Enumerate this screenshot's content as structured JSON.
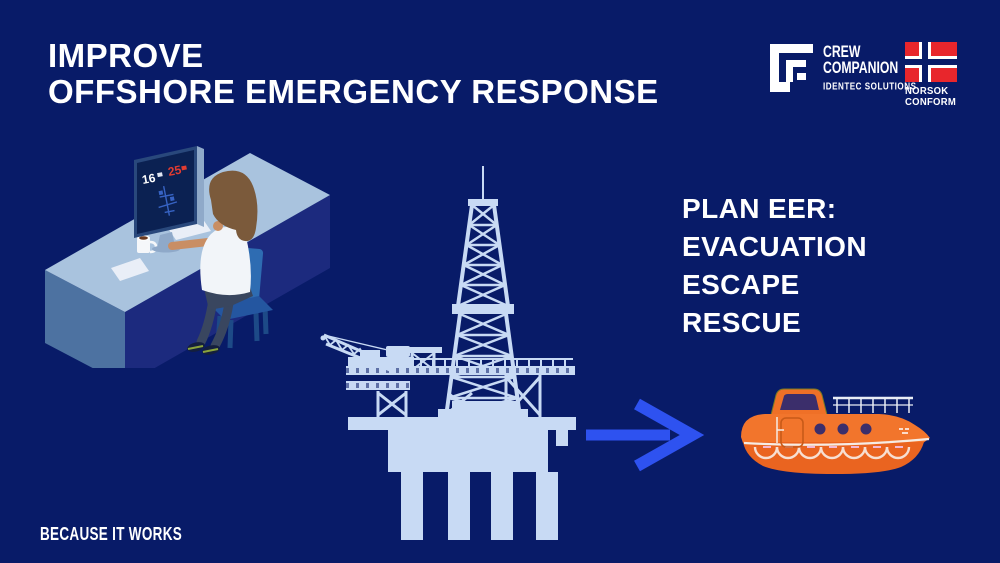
{
  "title": {
    "line1": "IMPROVE",
    "line2": "OFFSHORE EMERGENCY RESPONSE"
  },
  "brand": {
    "name_line1": "CREW",
    "name_line2": "COMPANION",
    "subtitle": "IDENTEC SOLUTIONS",
    "cert_line1": "NORSOK",
    "cert_line2": "CONFORM"
  },
  "monitor_dashboard": {
    "onboard_count": "16",
    "alert_count": "25"
  },
  "plan": {
    "line1": "PLAN EER:",
    "line2": "EVACUATION",
    "line3": "ESCAPE",
    "line4": "RESCUE"
  },
  "tagline": "BECAUSE IT WORKS",
  "colors": {
    "background": "#081b68",
    "rig_silhouette": "#c8daf4",
    "arrow_blue": "#2e52f0",
    "lifeboat_orange": "#f2752c",
    "lifeboat_hull_dark": "#ea6420",
    "flag_red": "#e8262c",
    "alert_red": "#e23c31",
    "desk_top": "#a9c3de",
    "desk_front": "#4d72a1",
    "desk_side": "#1c2a7e",
    "chair_blue": "#2e6cb2",
    "text": "#ffffff"
  }
}
